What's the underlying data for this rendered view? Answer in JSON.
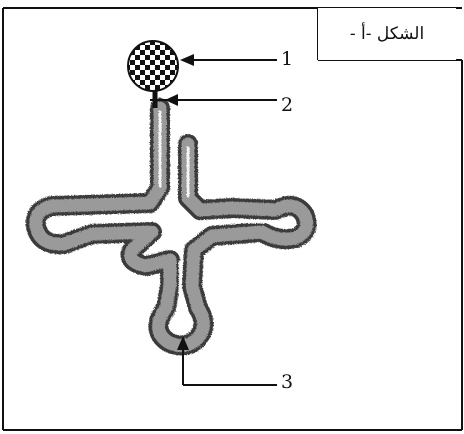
{
  "figure": {
    "title": "الشكل -أ -",
    "labels": [
      {
        "id": "1",
        "text": "1"
      },
      {
        "id": "2",
        "text": "2"
      },
      {
        "id": "3",
        "text": "3"
      }
    ]
  },
  "colors": {
    "ink": "#111111",
    "strand_fill": "#9a9a9a",
    "strand_edge": "#3a3a3a"
  }
}
